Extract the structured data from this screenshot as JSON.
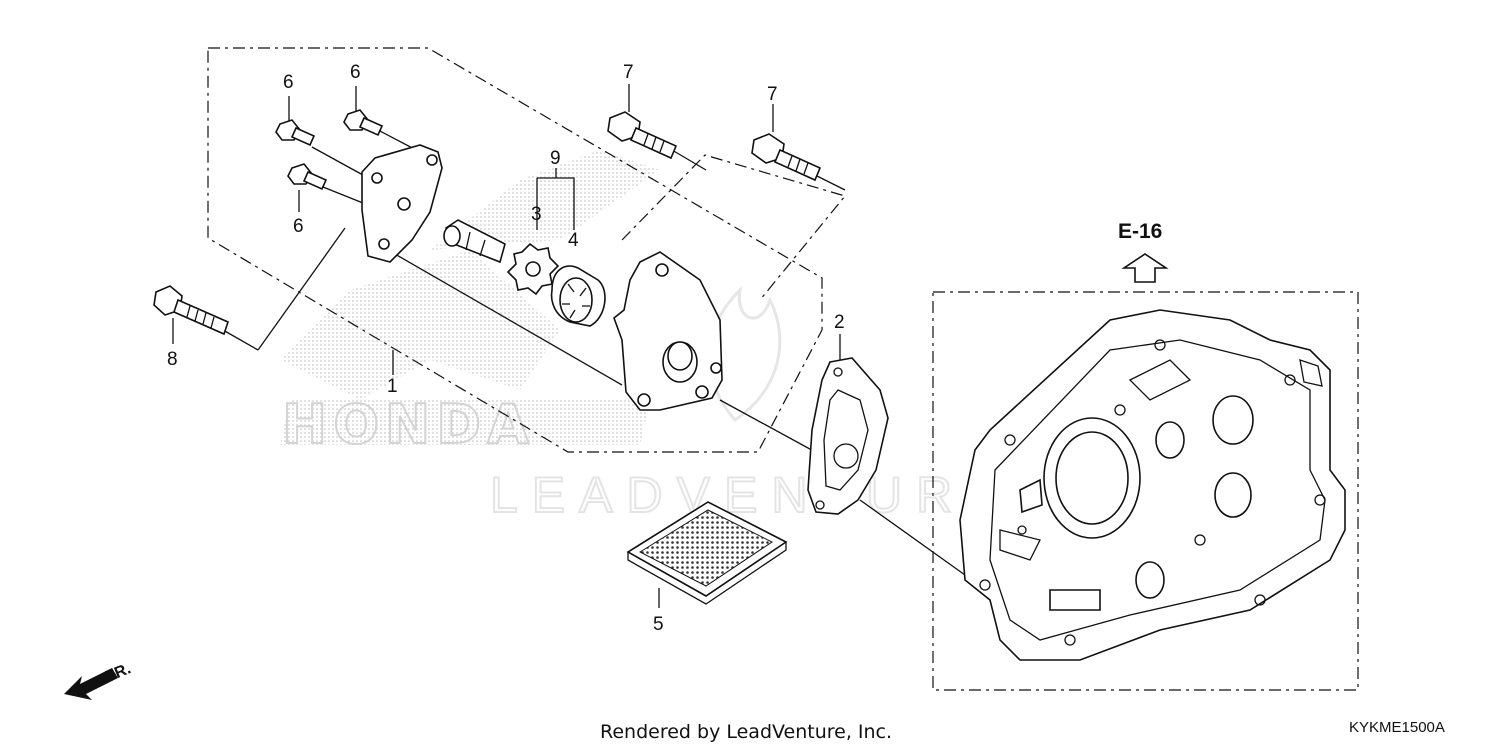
{
  "diagram": {
    "callouts": {
      "p1": "1",
      "p2": "2",
      "p3": "3",
      "p4": "4",
      "p5": "5",
      "p6a": "6",
      "p6b": "6",
      "p6c": "6",
      "p7a": "7",
      "p7b": "7",
      "p8": "8",
      "p9": "9"
    },
    "reference": "E-16",
    "front_label": "FR.",
    "watermark_text": "LEADVENTURE",
    "watermark_brand": "HONDA",
    "footer": "Rendered by LeadVenture, Inc.",
    "diagram_code": "KYKME1500A"
  },
  "icons": {
    "front_arrow": "front-direction-arrow-icon",
    "ref_arrow": "up-arrow-icon"
  }
}
